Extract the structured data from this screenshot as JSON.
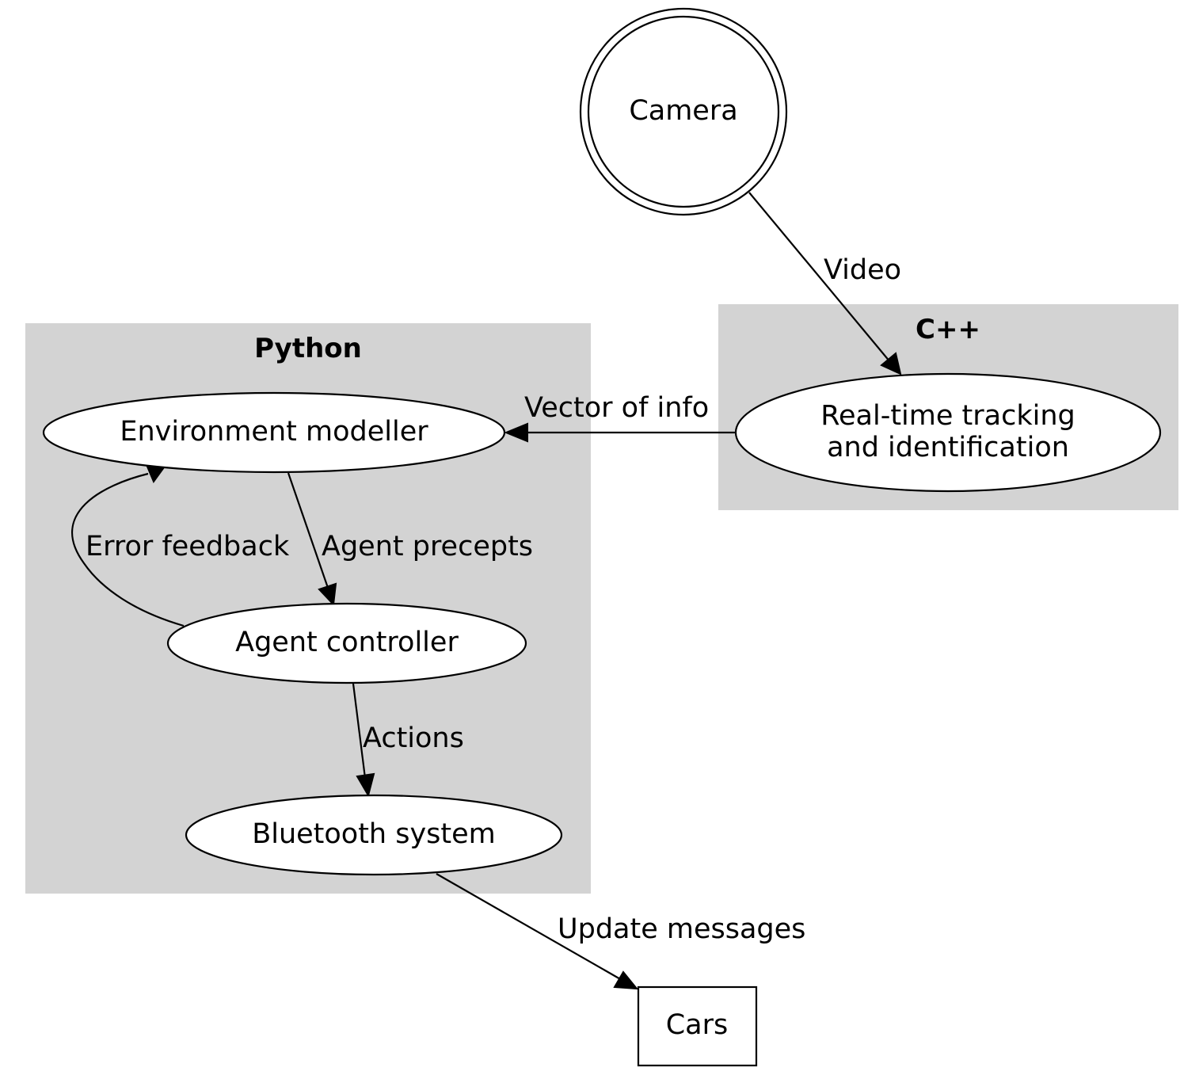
{
  "clusters": {
    "python": {
      "title": "Python"
    },
    "cpp": {
      "title": "C++"
    }
  },
  "nodes": {
    "camera": "Camera",
    "tracking_line1": "Real-time tracking",
    "tracking_line2": "and identification",
    "environment_modeller": "Environment modeller",
    "agent_controller": "Agent controller",
    "bluetooth_system": "Bluetooth system",
    "cars": "Cars"
  },
  "edges": {
    "video": "Video",
    "vector_of_info": "Vector of info",
    "agent_precepts": "Agent precepts",
    "error_feedback": "Error feedback",
    "actions": "Actions",
    "update_messages": "Update messages"
  }
}
